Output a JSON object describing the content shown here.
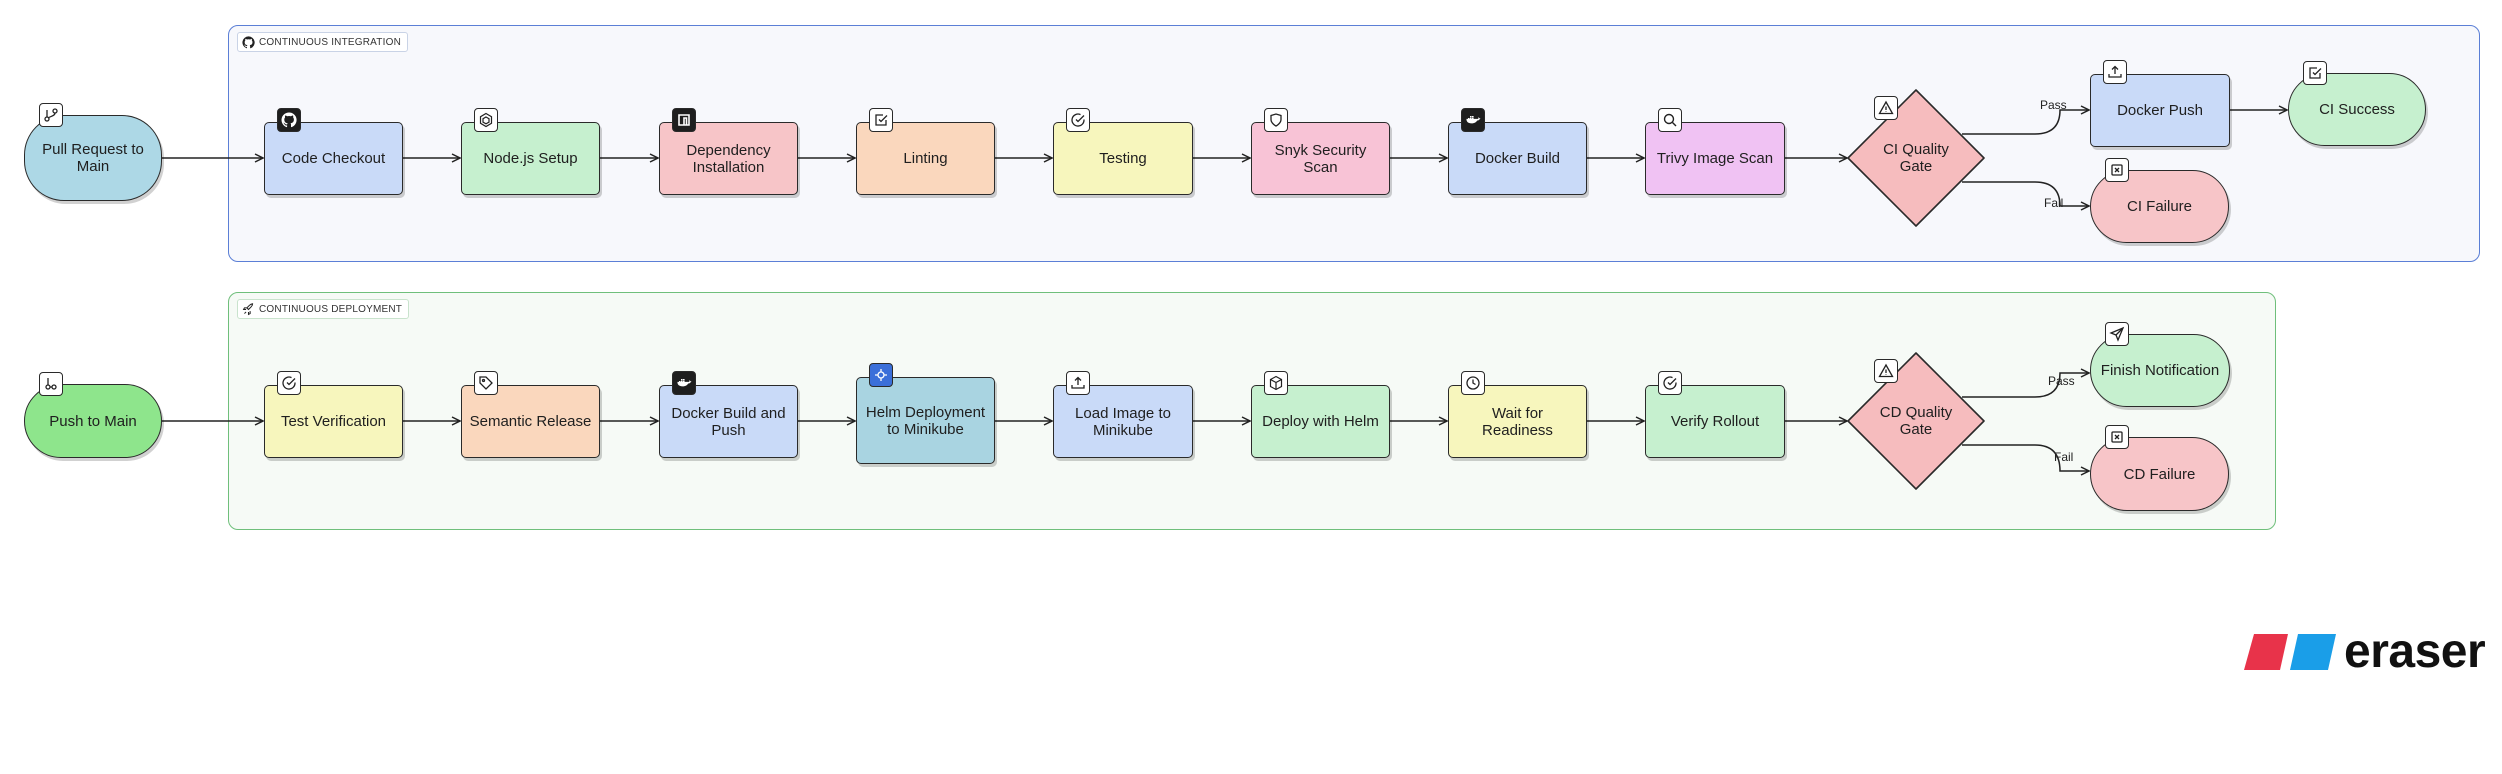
{
  "colors": {
    "blue": "#c9daf8",
    "green": "#c6f0cf",
    "red": "#f7c5c8",
    "orange": "#fad7bd",
    "yellow": "#f7f6bd",
    "pink": "#f8c3d6",
    "purple": "#f0c2f3",
    "teal": "#a9d4e1",
    "start_ci": "#add8e6",
    "start_cd": "#8ee58c",
    "diamond": "#f6bcbe",
    "ci_group_border": "#5b7fd6",
    "cd_group_border": "#6fbf7b",
    "brand_red": "#e8334a",
    "brand_blue": "#1a9ee8"
  },
  "groups": {
    "ci": {
      "label": "CONTINUOUS INTEGRATION",
      "icon": "github-icon"
    },
    "cd": {
      "label": "CONTINUOUS DEPLOYMENT",
      "icon": "rocket-icon"
    }
  },
  "start_nodes": {
    "ci": {
      "label": "Pull Request to Main",
      "icon": "git-branch-icon"
    },
    "cd": {
      "label": "Push to Main",
      "icon": "git-commit-icon"
    }
  },
  "ci_steps": [
    {
      "label": "Code Checkout",
      "icon": "github-icon"
    },
    {
      "label": "Node.js Setup",
      "icon": "nodejs-icon"
    },
    {
      "label": "Dependency Installation",
      "icon": "npm-icon"
    },
    {
      "label": "Linting",
      "icon": "check-square-icon"
    },
    {
      "label": "Testing",
      "icon": "check-circle-icon"
    },
    {
      "label": "Snyk Security Scan",
      "icon": "shield-icon"
    },
    {
      "label": "Docker Build",
      "icon": "docker-icon"
    },
    {
      "label": "Trivy Image Scan",
      "icon": "search-icon"
    }
  ],
  "cd_steps": [
    {
      "label": "Test Verification",
      "icon": "check-circle-icon"
    },
    {
      "label": "Semantic Release",
      "icon": "tag-icon"
    },
    {
      "label": "Docker Build and Push",
      "icon": "docker-icon"
    },
    {
      "label": "Helm Deployment to Minikube",
      "icon": "helm-icon"
    },
    {
      "label": "Load Image to Minikube",
      "icon": "upload-icon"
    },
    {
      "label": "Deploy with Helm",
      "icon": "package-icon"
    },
    {
      "label": "Wait for Readiness",
      "icon": "clock-icon"
    },
    {
      "label": "Verify Rollout",
      "icon": "check-circle-icon"
    }
  ],
  "gates": {
    "ci": {
      "label": "CI Quality Gate",
      "icon": "alert-triangle-icon"
    },
    "cd": {
      "label": "CD Quality Gate",
      "icon": "alert-triangle-icon"
    }
  },
  "outcomes": {
    "ci_pass": {
      "label": "Docker Push",
      "icon": "upload-icon"
    },
    "ci_success": {
      "label": "CI Success",
      "icon": "check-square-icon"
    },
    "ci_fail": {
      "label": "CI Failure",
      "icon": "x-square-icon"
    },
    "cd_pass": {
      "label": "Finish Notification",
      "icon": "send-icon"
    },
    "cd_fail": {
      "label": "CD Failure",
      "icon": "x-square-icon"
    }
  },
  "edge_labels": {
    "pass": "Pass",
    "fail": "Fail"
  },
  "brand": {
    "name": "eraser"
  }
}
